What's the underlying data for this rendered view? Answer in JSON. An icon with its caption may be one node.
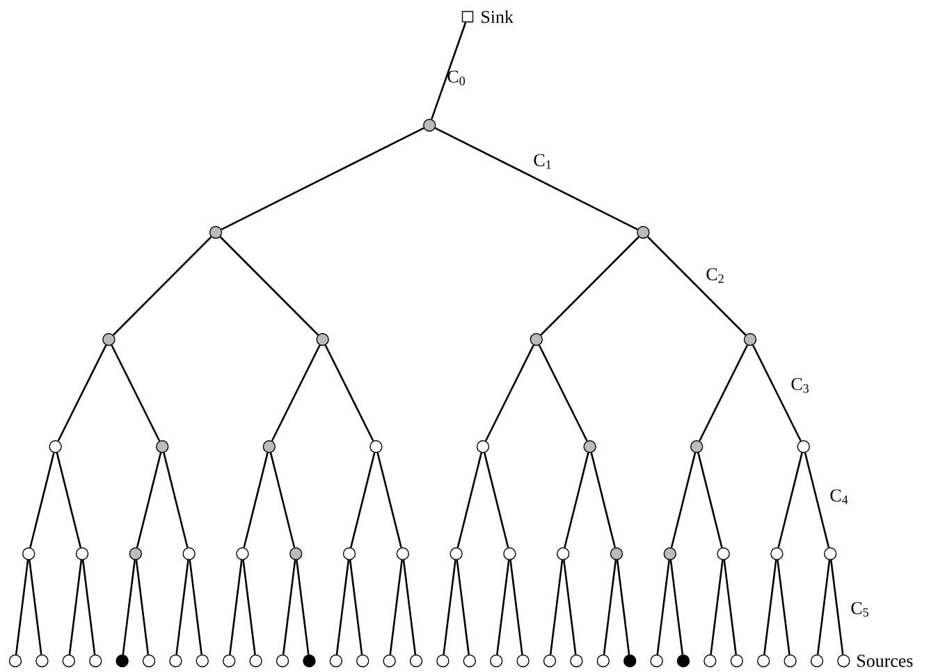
{
  "diagram": {
    "nodes": [
      {
        "text": [],
        "shape": "box",
        "beside": [
          "Sink"
        ]
      },
      {
        "text": [],
        "shape": "circle"
      },
      {
        "text": [],
        "shape": "circle"
      },
      {
        "text": [],
        "shape": "circle"
      },
      {
        "text": [],
        "shape": "circle"
      },
      {
        "text": [],
        "shape": "circle"
      },
      {
        "text": [],
        "shape": "circle"
      },
      {
        "text": [],
        "shape": "circle"
      },
      {
        "text": [],
        "shape": "circle"
      },
      {
        "text": [],
        "shape": "circle"
      },
      {
        "text": [],
        "shape": "circle"
      },
      {
        "text": [],
        "shape": "circle"
      },
      {
        "text": [],
        "shape": "circle"
      },
      {
        "text": [],
        "shape": "circle"
      },
      {
        "text": [],
        "shape": "circle"
      },
      {
        "text": [],
        "shape": "circle"
      },
      {
        "text": [],
        "shape": "circle"
      },
      {
        "text": [],
        "shape": "circle"
      },
      {
        "text": [],
        "shape": "circle"
      },
      {
        "text": [],
        "shape": "circle"
      },
      {
        "text": [],
        "shape": "circle"
      },
      {
        "text": [],
        "shape": "circle"
      },
      {
        "text": [],
        "shape": "circle"
      },
      {
        "text": [],
        "shape": "circle"
      },
      {
        "text": [],
        "shape": "circle"
      },
      {
        "text": [],
        "shape": "circle"
      },
      {
        "text": [],
        "shape": "circle"
      },
      {
        "text": [],
        "shape": "circle"
      },
      {
        "text": [],
        "shape": "circle"
      },
      {
        "text": [],
        "shape": "circle"
      },
      {
        "text": [],
        "shape": "circle"
      },
      {
        "text": [],
        "shape": "circle"
      },
      {
        "text": [],
        "shape": "circle"
      },
      {
        "text": [],
        "shape": "circle"
      },
      {
        "text": [],
        "shape": "circle"
      },
      {
        "text": [],
        "shape": "circle"
      },
      {
        "text": [],
        "shape": "circle"
      },
      {
        "text": [],
        "shape": "circle"
      },
      {
        "text": [],
        "shape": "circle"
      },
      {
        "text": [],
        "shape": "circle"
      },
      {
        "text": [],
        "shape": "circle"
      },
      {
        "text": [],
        "shape": "circle"
      },
      {
        "text": [],
        "shape": "circle"
      },
      {
        "text": [],
        "shape": "circle"
      },
      {
        "text": [],
        "shape": "circle"
      },
      {
        "text": [],
        "shape": "circle"
      },
      {
        "text": [],
        "shape": "circle"
      },
      {
        "text": [],
        "shape": "circle"
      },
      {
        "text": [],
        "shape": "circle"
      },
      {
        "text": [],
        "shape": "circle"
      },
      {
        "text": [],
        "shape": "circle"
      },
      {
        "text": [],
        "shape": "circle"
      },
      {
        "text": [],
        "shape": "circle"
      },
      {
        "text": [],
        "shape": "circle"
      },
      {
        "text": [],
        "shape": "circle"
      },
      {
        "text": [],
        "shape": "circle"
      },
      {
        "text": [],
        "shape": "circle"
      },
      {
        "text": [],
        "shape": "circle"
      },
      {
        "text": [],
        "shape": "circle"
      },
      {
        "text": [],
        "shape": "circle"
      },
      {
        "text": [],
        "shape": "circle"
      },
      {
        "text": [],
        "shape": "circle"
      },
      {
        "text": [],
        "shape": "circle"
      },
      {
        "text": [],
        "shape": "circle"
      }
    ],
    "edges": [
      {
        "from": 0,
        "to": 1,
        "arrow": "none",
        "label": "C$_{0}$"
      },
      {
        "from": 1,
        "to": 2,
        "arrow": "none"
      },
      {
        "from": 1,
        "to": 3,
        "arrow": "none",
        "label": "C$_{1}$"
      },
      {
        "from": 2,
        "to": 4,
        "arrow": "none"
      },
      {
        "from": 2,
        "to": 5,
        "arrow": "none"
      },
      {
        "from": 3,
        "to": 6,
        "arrow": "none"
      },
      {
        "from": 3,
        "to": 7,
        "arrow": "none",
        "label": "C$_{2}$"
      },
      {
        "from": 4,
        "to": 8,
        "arrow": "none"
      },
      {
        "from": 4,
        "to": 9,
        "arrow": "none"
      },
      {
        "from": 5,
        "to": 10,
        "arrow": "none"
      },
      {
        "from": 5,
        "to": 11,
        "arrow": "none"
      },
      {
        "from": 6,
        "to": 12,
        "arrow": "none"
      },
      {
        "from": 6,
        "to": 13,
        "arrow": "none"
      },
      {
        "from": 7,
        "to": 14,
        "arrow": "none"
      },
      {
        "from": 7,
        "to": 15,
        "arrow": "none",
        "label": "C$_{3}$"
      },
      {
        "from": 8,
        "to": 16,
        "arrow": "none"
      },
      {
        "from": 8,
        "to": 17,
        "arrow": "none"
      },
      {
        "from": 9,
        "to": 18,
        "arrow": "none"
      },
      {
        "from": 9,
        "to": 19,
        "arrow": "none"
      },
      {
        "from": 10,
        "to": 20,
        "arrow": "none"
      },
      {
        "from": 10,
        "to": 21,
        "arrow": "none"
      },
      {
        "from": 11,
        "to": 22,
        "arrow": "none"
      },
      {
        "from": 11,
        "to": 23,
        "arrow": "none"
      },
      {
        "from": 12,
        "to": 24,
        "arrow": "none"
      },
      {
        "from": 12,
        "to": 25,
        "arrow": "none"
      },
      {
        "from": 13,
        "to": 26,
        "arrow": "none"
      },
      {
        "from": 13,
        "to": 27,
        "arrow": "none"
      },
      {
        "from": 14,
        "to": 28,
        "arrow": "none"
      },
      {
        "from": 14,
        "to": 29,
        "arrow": "none"
      },
      {
        "from": 15,
        "to": 30,
        "arrow": "none"
      },
      {
        "from": 15,
        "to": 31,
        "arrow": "none",
        "label": "C$_{4}$"
      },
      {
        "from": 16,
        "to": 32,
        "arrow": "none"
      },
      {
        "from": 16,
        "to": 33,
        "arrow": "none"
      },
      {
        "from": 17,
        "to": 34,
        "arrow": "none"
      },
      {
        "from": 17,
        "to": 35,
        "arrow": "none"
      },
      {
        "from": 18,
        "to": 36,
        "arrow": "none"
      },
      {
        "from": 18,
        "to": 37,
        "arrow": "none"
      },
      {
        "from": 19,
        "to": 38,
        "arrow": "none"
      },
      {
        "from": 19,
        "to": 39,
        "arrow": "none"
      },
      {
        "from": 20,
        "to": 40,
        "arrow": "none"
      },
      {
        "from": 20,
        "to": 41,
        "arrow": "none"
      },
      {
        "from": 21,
        "to": 42,
        "arrow": "none"
      },
      {
        "from": 21,
        "to": 43,
        "arrow": "none"
      },
      {
        "from": 22,
        "to": 44,
        "arrow": "none"
      },
      {
        "from": 22,
        "to": 45,
        "arrow": "none"
      },
      {
        "from": 23,
        "to": 46,
        "arrow": "none"
      },
      {
        "from": 23,
        "to": 47,
        "arrow": "none"
      },
      {
        "from": 24,
        "to": 48,
        "arrow": "none"
      },
      {
        "from": 24,
        "to": 49,
        "arrow": "none"
      },
      {
        "from": 25,
        "to": 50,
        "arrow": "none"
      },
      {
        "from": 25,
        "to": 51,
        "arrow": "none"
      },
      {
        "from": 26,
        "to": 52,
        "arrow": "none"
      },
      {
        "from": 26,
        "to": 53,
        "arrow": "none"
      },
      {
        "from": 27,
        "to": 54,
        "arrow": "none"
      },
      {
        "from": 27,
        "to": 55,
        "arrow": "none"
      },
      {
        "from": 28,
        "to": 56,
        "arrow": "none"
      },
      {
        "from": 28,
        "to": 57,
        "arrow": "none"
      },
      {
        "from": 29,
        "to": 58,
        "arrow": "none"
      },
      {
        "from": 29,
        "to": 59,
        "arrow": "none"
      },
      {
        "from": 30,
        "to": 60,
        "arrow": "none"
      },
      {
        "from": 30,
        "to": 61,
        "arrow": "none"
      },
      {
        "from": 31,
        "to": 62,
        "arrow": "none"
      },
      {
        "from": 31,
        "to": 63,
        "arrow": "none",
        "label": "C$_{5}$"
      }
    ],
    "labels": [
      "Sources"
    ]
  }
}
